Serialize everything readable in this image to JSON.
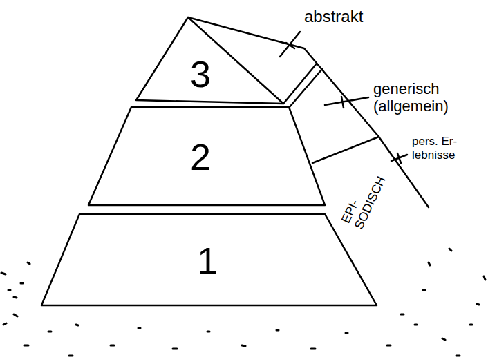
{
  "diagram": {
    "nodes": [
      {
        "text": [
          "3"
        ]
      },
      {
        "text": [
          "2"
        ]
      },
      {
        "text": [
          "1"
        ]
      }
    ],
    "labels": [
      "abstrakt",
      "generisch (allgemein)",
      "pers. Er- lebnisse",
      "EPI- SODISCH"
    ]
  }
}
